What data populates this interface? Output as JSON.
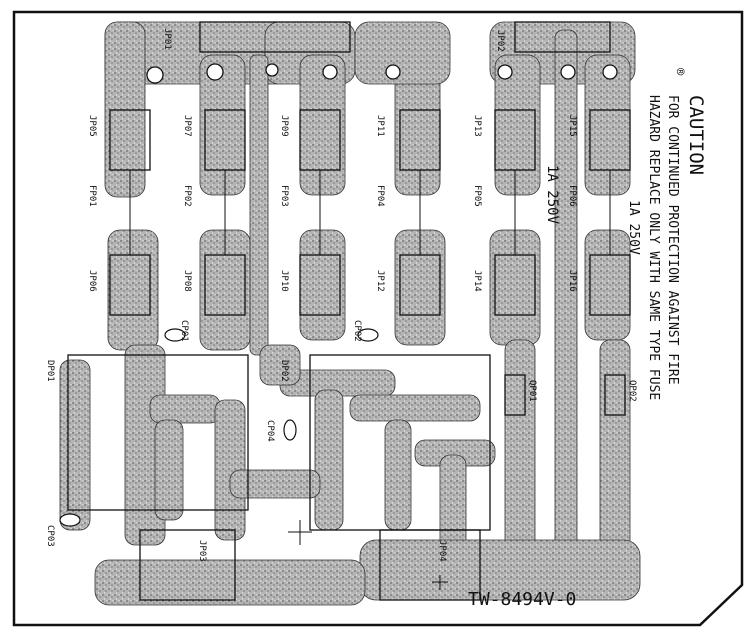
{
  "caution": {
    "title": "CAUTION",
    "line1": "FOR CONTINUED PROTECTION AGAINST FIRE",
    "line2": "HAZARD REPLACE ONLY WITH SAME TYPE FUSE",
    "line3": "1A 250V"
  },
  "part_number": "TW-8494V-0",
  "fuse_rating": "1A 250V",
  "connectors": [
    "JP01",
    "JP02",
    "JP03",
    "JP04"
  ],
  "jumper_labels": [
    "JP05",
    "JP06",
    "JP07",
    "JP08",
    "JP09",
    "JP10",
    "JP11",
    "JP12",
    "JP13",
    "JP14",
    "JP15",
    "JP16"
  ],
  "fuse_labels": [
    "FP01",
    "FP02",
    "FP03",
    "FP04",
    "FP05",
    "FP06"
  ],
  "capacitor_labels": [
    "CP01",
    "CP02",
    "CP03",
    "CP04"
  ],
  "diode_labels": [
    "DP01",
    "DP02"
  ],
  "other_labels": [
    "QP01",
    "QP02"
  ],
  "colors": {
    "copper": "#a8a8a8",
    "ink": "#111111",
    "background": "#ffffff"
  }
}
